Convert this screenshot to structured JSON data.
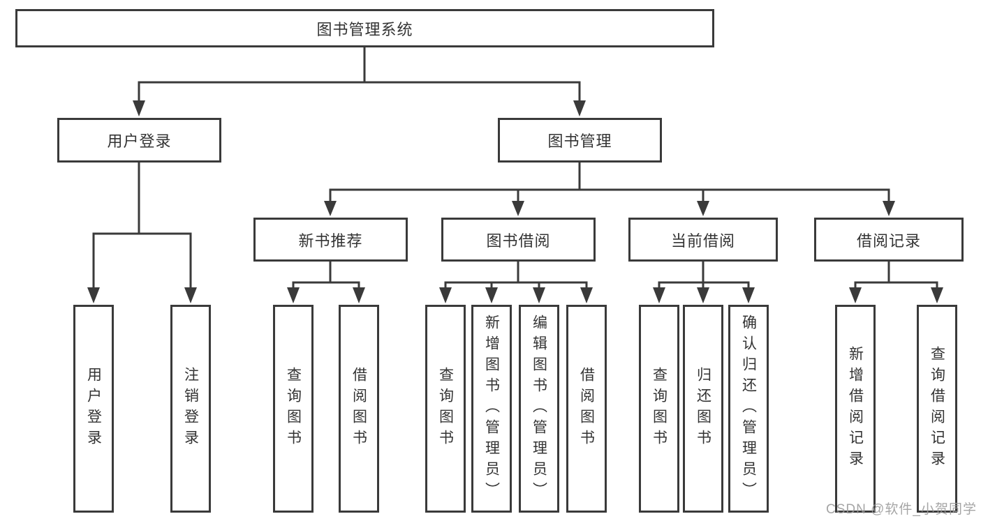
{
  "diagram": {
    "root": {
      "label": "图书管理系统"
    },
    "branches": [
      {
        "label": "用户登录",
        "children": [
          {
            "label": "用户登录"
          },
          {
            "label": "注销登录"
          }
        ]
      },
      {
        "label": "图书管理",
        "children": [
          {
            "label": "新书推荐",
            "children": [
              {
                "label": "查询图书"
              },
              {
                "label": "借阅图书"
              }
            ]
          },
          {
            "label": "图书借阅",
            "children": [
              {
                "label": "查询图书"
              },
              {
                "label": "新增图书（管理员）"
              },
              {
                "label": "编辑图书（管理员）"
              },
              {
                "label": "借阅图书"
              }
            ]
          },
          {
            "label": "当前借阅",
            "children": [
              {
                "label": "查询图书"
              },
              {
                "label": "归还图书"
              },
              {
                "label": "确认归还（管理员）"
              }
            ]
          },
          {
            "label": "借阅记录",
            "children": [
              {
                "label": "新增借阅记录"
              },
              {
                "label": "查询借阅记录"
              }
            ]
          }
        ]
      }
    ]
  },
  "colors": {
    "line": "#3a3a3a",
    "box_border": "#3a3a3a",
    "text": "#333333",
    "background": "#ffffff",
    "watermark": "#9b9b9b"
  },
  "watermark": {
    "text": "CSDN @软件_小贺同学"
  }
}
